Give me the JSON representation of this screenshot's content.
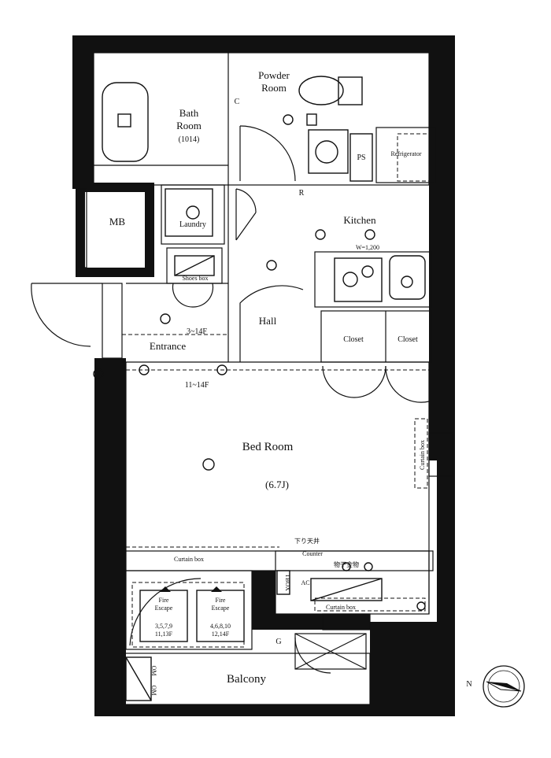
{
  "rooms": {
    "powder_room": "Powder\nRoom",
    "bath_room": "Bath\nRoom",
    "bath_size": "(1014)",
    "mb": "MB",
    "laundry": "Laundry",
    "kitchen": "Kitchen",
    "hall": "Hall",
    "shoes_box": "Shoes box",
    "entrance": "Entrance",
    "closet_1": "Closet",
    "closet_2": "Closet",
    "bed_room": "Bed Room",
    "bed_size": "(6.7J)",
    "balcony": "Balcony",
    "refrigerator": "Refrigerator",
    "ps": "PS"
  },
  "annotations": {
    "floor_note_entrance": "3~14F",
    "floor_note_bed": "11~14F",
    "kitchen_width": "W=1,200",
    "curtain_box_side": "Curtain box",
    "curtain_box_bottom": "Curtain box",
    "curtain_box_right": "Curtain box",
    "sagari_tenjo": "下り天井",
    "counter": "Counter",
    "monohoshi": "物干金物",
    "ac": "AC",
    "tbox": "TBOX",
    "fire_escape_1": "Fire\nEscape",
    "fire_escape_2": "Fire\nEscape",
    "escape_floor_1": "3,5,7,9\n11,13F",
    "escape_floor_2": "4,6,8,10\n12,14F",
    "letter_c": "C",
    "letter_r": "R",
    "letter_g": "G",
    "balcony_side": "OM",
    "balcony_side_2": "OM",
    "compass_n": "N"
  },
  "colors": {
    "wall": "#111111",
    "background": "#ffffff"
  },
  "icons": [
    "compass-icon",
    "light-fixture-icon",
    "sink-icon",
    "toilet-icon",
    "stove-icon",
    "washer-icon",
    "bathtub-icon"
  ]
}
